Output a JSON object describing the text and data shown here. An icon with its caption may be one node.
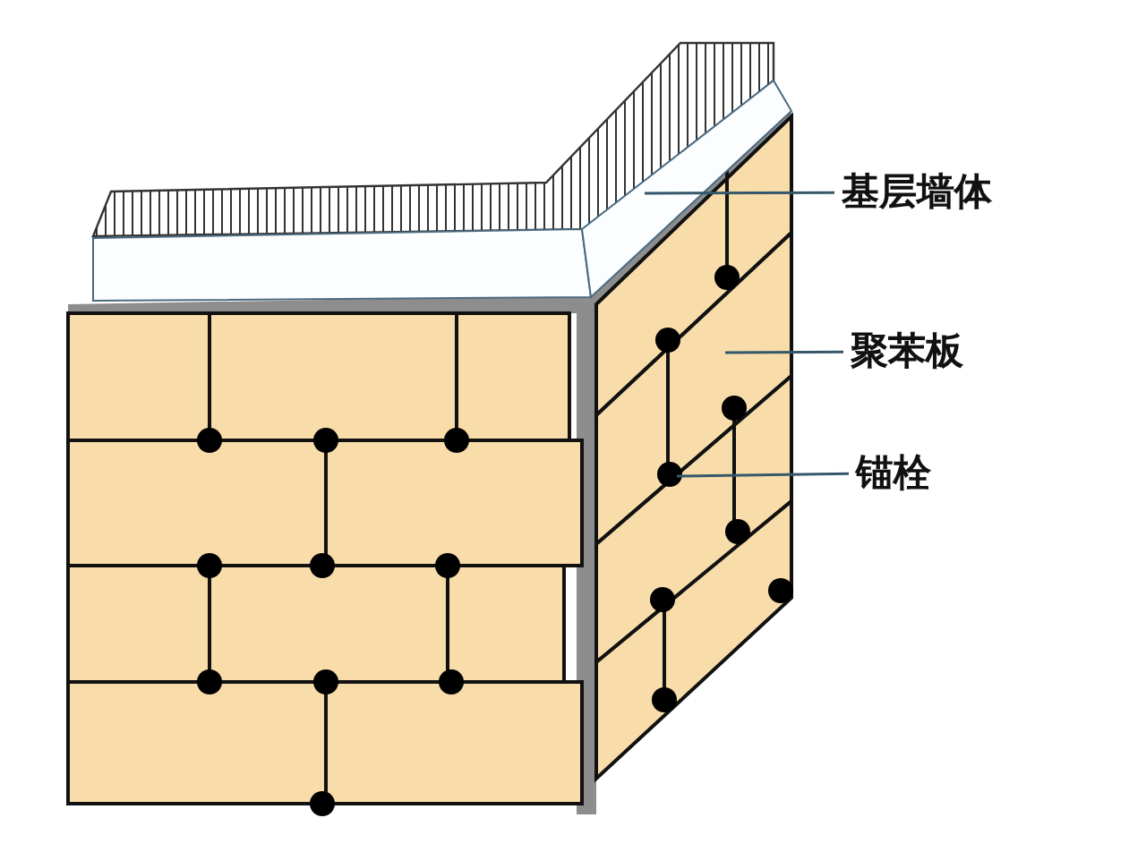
{
  "diagram": {
    "nodes": [
      {
        "text": [
          "基层墙体"
        ]
      },
      {
        "text": [
          "聚苯板"
        ]
      },
      {
        "text": [
          "锚栓"
        ]
      },
      {
        "text": [],
        "shape": "box"
      },
      {
        "text": [],
        "shape": "box"
      },
      {
        "text": [],
        "shape": "circle"
      }
    ],
    "edges": [
      {
        "from": 0,
        "to": 3,
        "arrow": "none"
      },
      {
        "from": 1,
        "to": 4,
        "arrow": "none"
      },
      {
        "from": 2,
        "to": 5,
        "arrow": "none"
      }
    ]
  }
}
